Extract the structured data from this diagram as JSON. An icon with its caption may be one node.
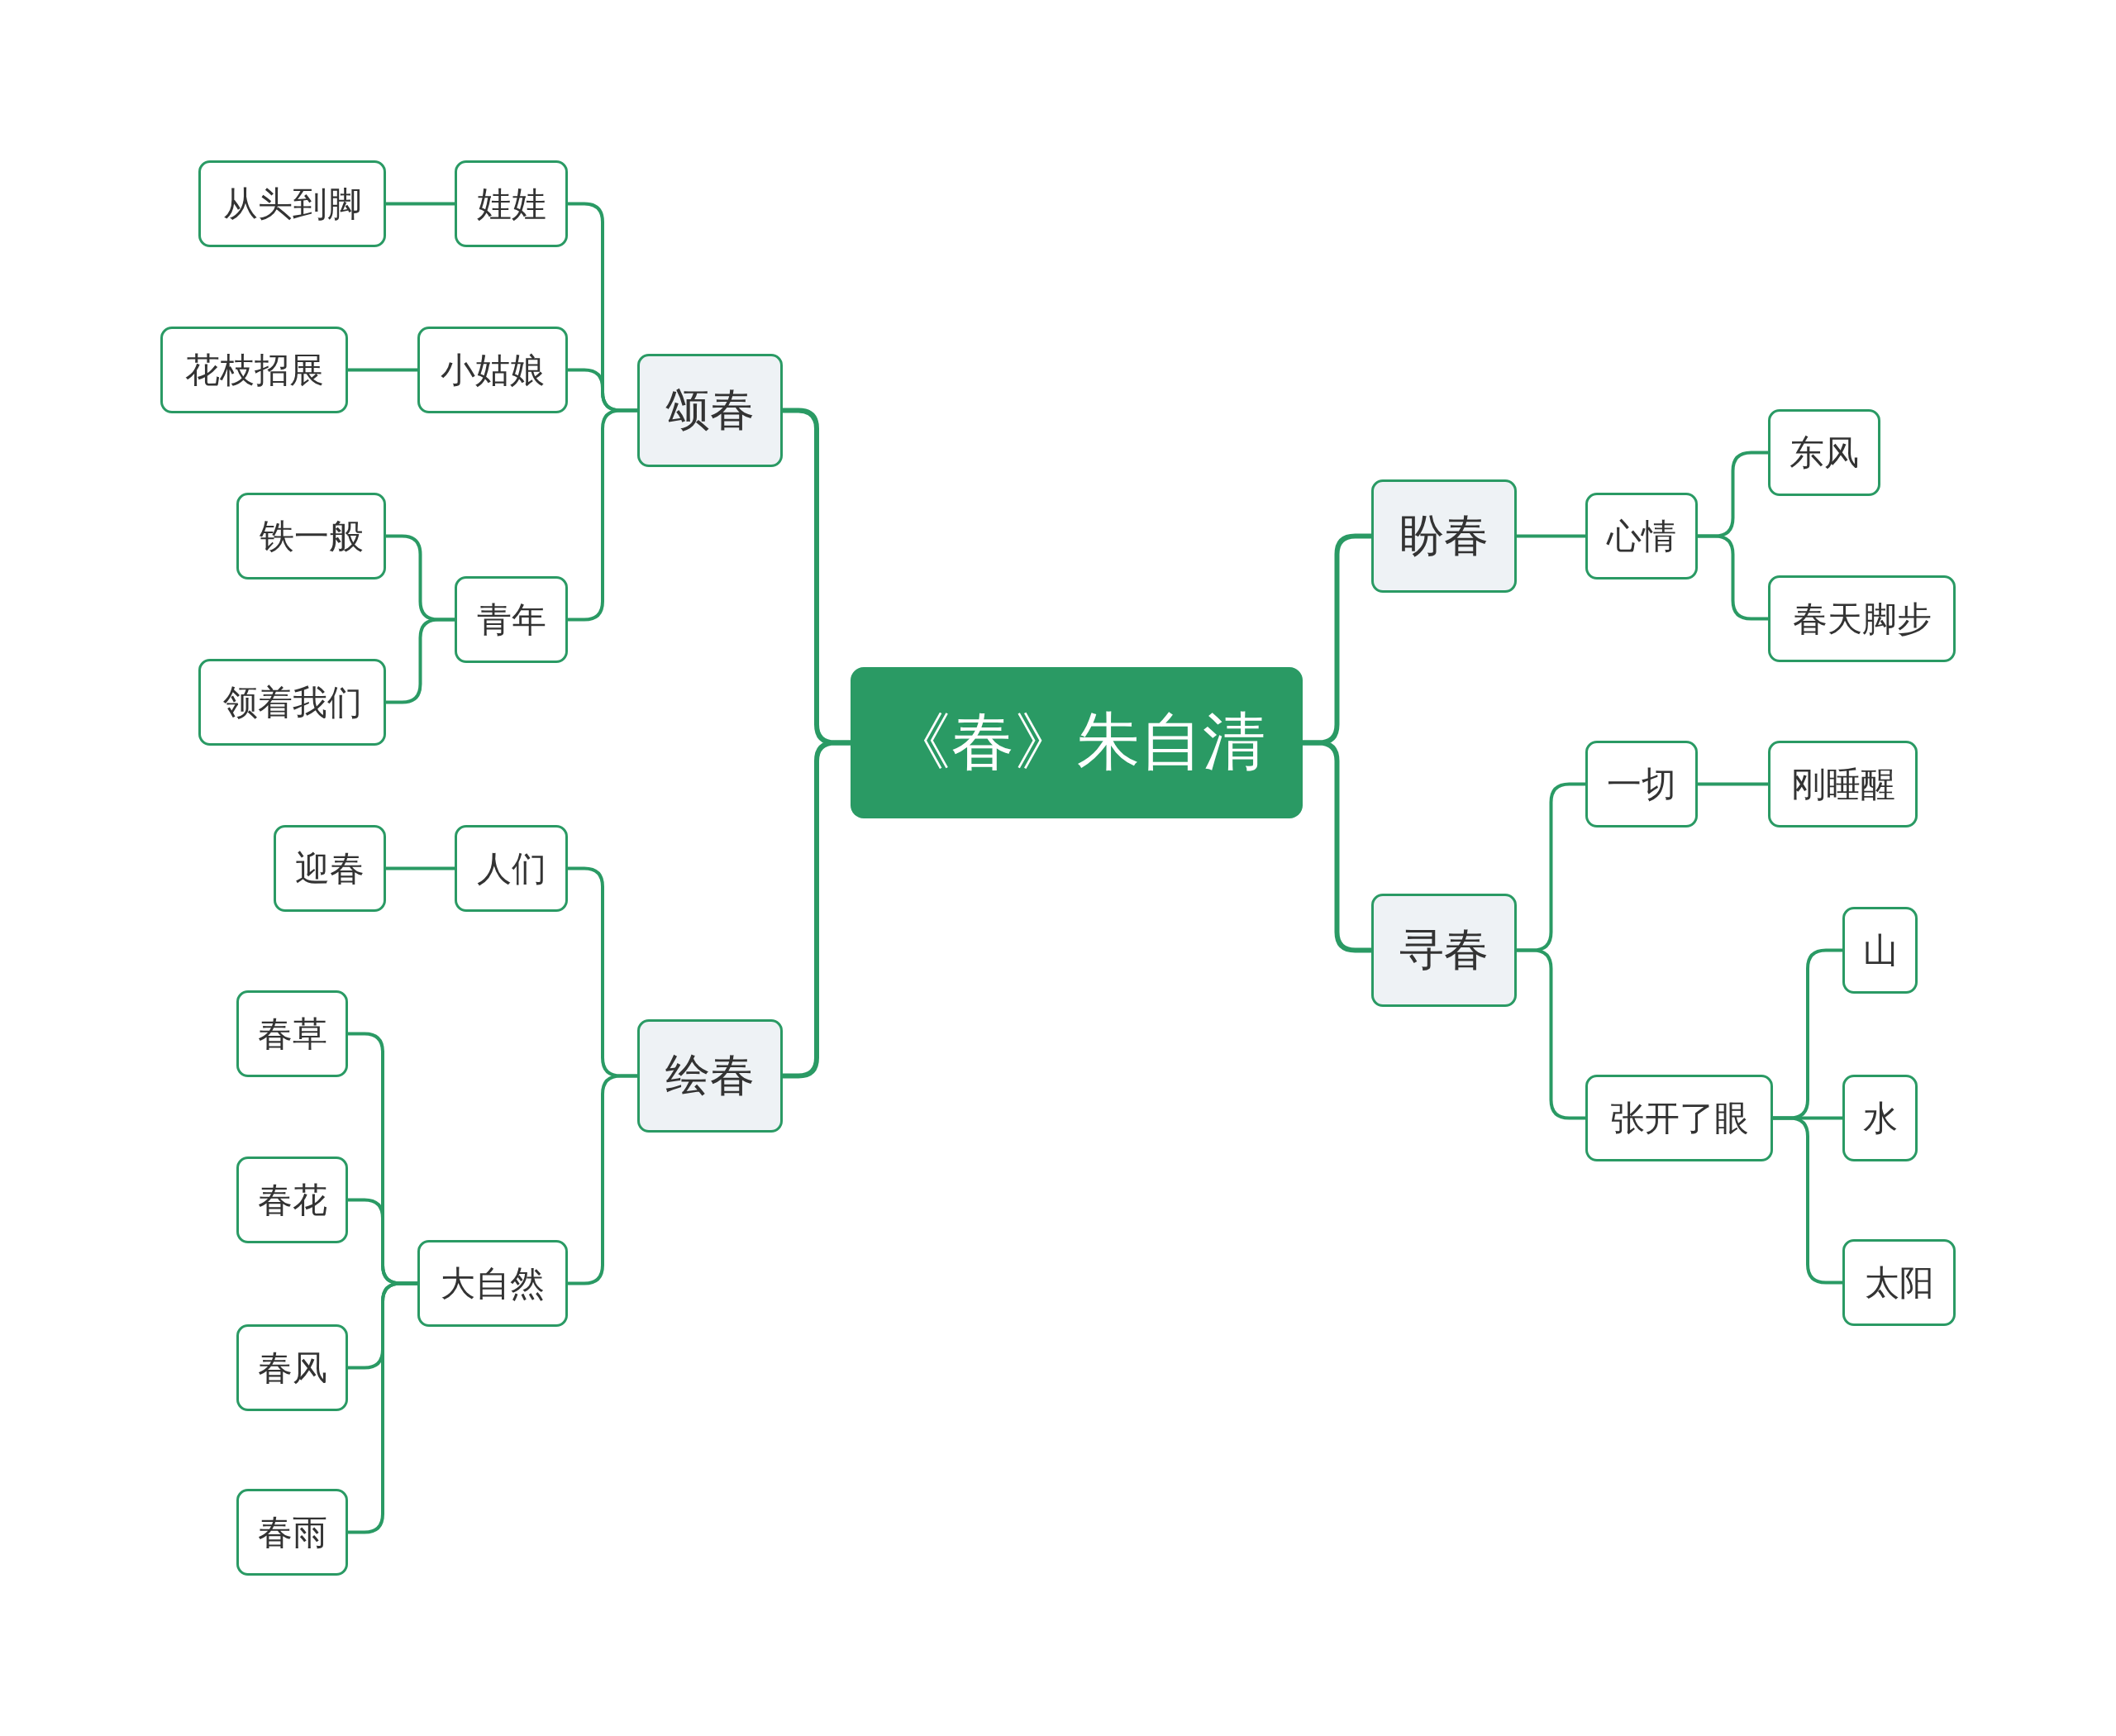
{
  "diagram": {
    "nodes": [
      {
        "text": [
          "《春》朱自清"
        ]
      },
      {
        "text": [
          "颂春"
        ]
      },
      {
        "text": [
          "娃娃"
        ]
      },
      {
        "text": [
          "从头到脚"
        ]
      },
      {
        "text": [
          "小姑娘"
        ]
      },
      {
        "text": [
          "花枝招展"
        ]
      },
      {
        "text": [
          "青年"
        ]
      },
      {
        "text": [
          "铁一般"
        ]
      },
      {
        "text": [
          "领着我们"
        ]
      },
      {
        "text": [
          "绘春"
        ]
      },
      {
        "text": [
          "人们"
        ]
      },
      {
        "text": [
          "迎春"
        ]
      },
      {
        "text": [
          "大自然"
        ]
      },
      {
        "text": [
          "春草"
        ]
      },
      {
        "text": [
          "春花"
        ]
      },
      {
        "text": [
          "春风"
        ]
      },
      {
        "text": [
          "春雨"
        ]
      },
      {
        "text": [
          "盼春"
        ]
      },
      {
        "text": [
          "心情"
        ]
      },
      {
        "text": [
          "东风"
        ]
      },
      {
        "text": [
          "春天脚步"
        ]
      },
      {
        "text": [
          "寻春"
        ]
      },
      {
        "text": [
          "一切"
        ]
      },
      {
        "text": [
          "刚睡醒"
        ]
      },
      {
        "text": [
          "张开了眼"
        ]
      },
      {
        "text": [
          "山"
        ]
      },
      {
        "text": [
          "水"
        ]
      },
      {
        "text": [
          "太阳"
        ]
      }
    ],
    "edges": [
      {
        "from": 0,
        "to": 1,
        "arrow": "none"
      },
      {
        "from": 1,
        "to": 2,
        "arrow": "none"
      },
      {
        "from": 2,
        "to": 3,
        "arrow": "none"
      },
      {
        "from": 1,
        "to": 4,
        "arrow": "none"
      },
      {
        "from": 4,
        "to": 5,
        "arrow": "none"
      },
      {
        "from": 1,
        "to": 6,
        "arrow": "none"
      },
      {
        "from": 6,
        "to": 7,
        "arrow": "none"
      },
      {
        "from": 6,
        "to": 8,
        "arrow": "none"
      },
      {
        "from": 0,
        "to": 9,
        "arrow": "none"
      },
      {
        "from": 9,
        "to": 10,
        "arrow": "none"
      },
      {
        "from": 10,
        "to": 11,
        "arrow": "none"
      },
      {
        "from": 9,
        "to": 12,
        "arrow": "none"
      },
      {
        "from": 12,
        "to": 13,
        "arrow": "none"
      },
      {
        "from": 12,
        "to": 14,
        "arrow": "none"
      },
      {
        "from": 12,
        "to": 15,
        "arrow": "none"
      },
      {
        "from": 12,
        "to": 16,
        "arrow": "none"
      },
      {
        "from": 0,
        "to": 17,
        "arrow": "none"
      },
      {
        "from": 17,
        "to": 18,
        "arrow": "none"
      },
      {
        "from": 18,
        "to": 19,
        "arrow": "none"
      },
      {
        "from": 18,
        "to": 20,
        "arrow": "none"
      },
      {
        "from": 0,
        "to": 21,
        "arrow": "none"
      },
      {
        "from": 21,
        "to": 22,
        "arrow": "none"
      },
      {
        "from": 22,
        "to": 23,
        "arrow": "none"
      },
      {
        "from": 21,
        "to": 24,
        "arrow": "none"
      },
      {
        "from": 24,
        "to": 25,
        "arrow": "none"
      },
      {
        "from": 24,
        "to": 26,
        "arrow": "none"
      },
      {
        "from": 24,
        "to": 27,
        "arrow": "none"
      }
    ]
  }
}
